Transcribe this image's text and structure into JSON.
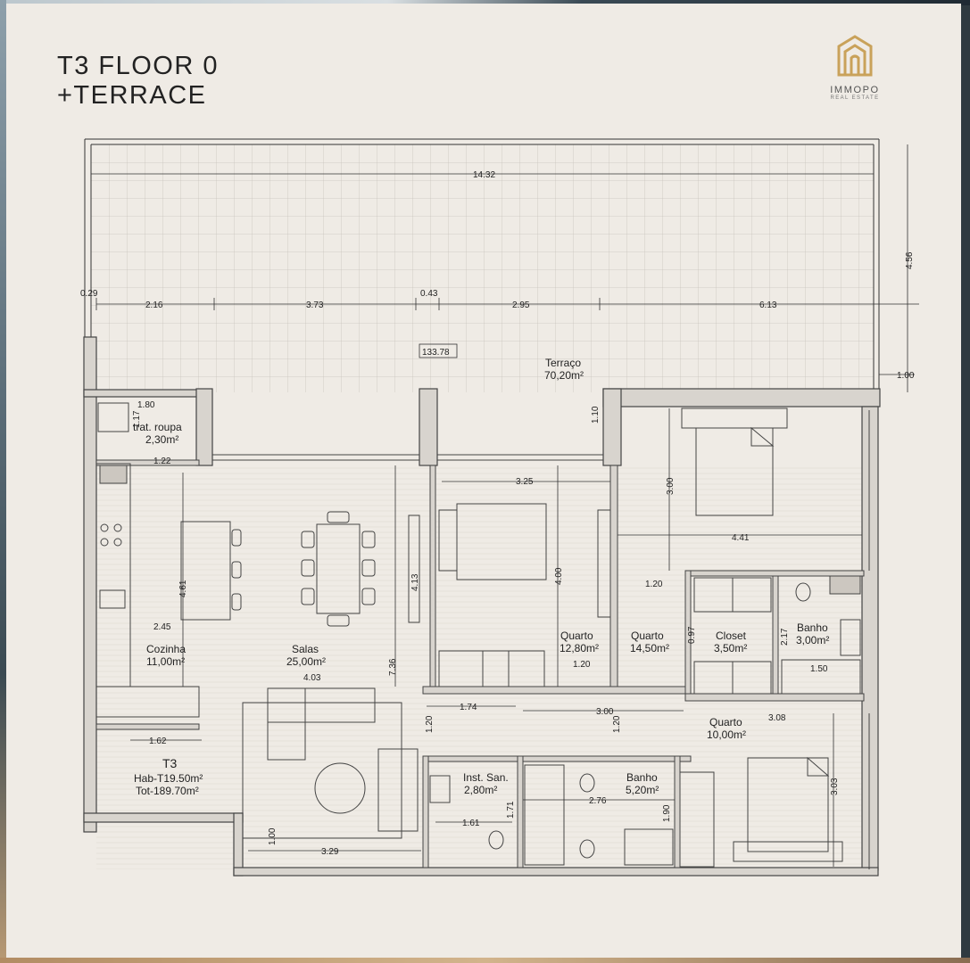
{
  "title": {
    "line1": "T3 FLOOR 0",
    "line2": "+TERRACE"
  },
  "logo": {
    "brand": "IMMOPO",
    "subtitle": "REAL ESTATE",
    "colors": {
      "gold": "#c9a25a"
    }
  },
  "colors": {
    "paper": "#efebe5",
    "wall": "#555555",
    "line": "#333333"
  },
  "rooms": {
    "terraco": {
      "name": "Terraço",
      "area": "70,20m²"
    },
    "trat_roupa": {
      "name": "trat. roupa",
      "area": "2,30m²"
    },
    "cozinha": {
      "name": "Cozinha",
      "area": "11,00m²"
    },
    "salas": {
      "name": "Salas",
      "area": "25,00m²"
    },
    "quarto1": {
      "name": "Quarto",
      "area": "12,80m²"
    },
    "quarto2": {
      "name": "Quarto",
      "area": "14,50m²"
    },
    "closet": {
      "name": "Closet",
      "area": "3,50m²"
    },
    "banho1": {
      "name": "Banho",
      "area": "3,00m²"
    },
    "quarto3": {
      "name": "Quarto",
      "area": "10,00m²"
    },
    "inst_san": {
      "name": "Inst. San.",
      "area": "2,80m²"
    },
    "banho2": {
      "name": "Banho",
      "area": "5,20m²"
    }
  },
  "summary": {
    "type": "T3",
    "hab": "Hab-T19.50m²",
    "tot": "Tot-189.70m²"
  },
  "terrace_box": "133.78",
  "dims": {
    "d1432": "14.32",
    "d456": "4.56",
    "d029": "0.29",
    "d216": "2.16",
    "d373": "3.73",
    "d043": "0.43",
    "d295": "2.95",
    "d613": "6.13",
    "d100a": "1.00",
    "d180": "1.80",
    "d117": "1.17",
    "d122": "1.22",
    "d110": "1.10",
    "d325": "3.25",
    "d300a": "3.00",
    "d441": "4.41",
    "d461": "4.61",
    "d413": "4.13",
    "d400": "4.00",
    "d120a": "1.20",
    "d097": "0.97",
    "d217": "2.17",
    "d150": "1.50",
    "d245": "2.45",
    "d403": "4.03",
    "d120b": "1.20",
    "d736": "7.36",
    "d174": "1.74",
    "d300b": "3.00",
    "d308": "3.08",
    "d120c": "1.20",
    "d120d": "1.20",
    "d162": "1.62",
    "d303": "3.03",
    "d171": "1.71",
    "d161": "1.61",
    "d276": "2.76",
    "d190": "1.90",
    "d100b": "1.00",
    "d329": "3.29"
  }
}
